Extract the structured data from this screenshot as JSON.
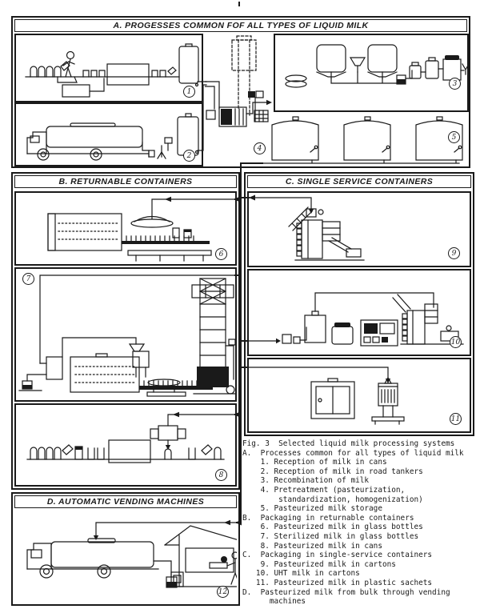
{
  "sections": {
    "a": {
      "title": "A. PROGESSES COMMON FOF ALL TYPES OF LIQUID MILK"
    },
    "b": {
      "title": "B. RETURNABLE CONTAINERS"
    },
    "c": {
      "title": "C. SINGLE SERVICE CONTAINERS"
    },
    "d": {
      "title": "D. AUTOMATIC VENDING MACHINES"
    }
  },
  "panel_numbers": [
    "1",
    "2",
    "3",
    "4",
    "5",
    "6",
    "7",
    "8",
    "9",
    "10",
    "11",
    "12"
  ],
  "caption": {
    "lines": [
      "Fig. 3  Selected liquid milk processing systems",
      "A.  Processes common for all types of liquid milk",
      "    1. Reception of milk in cans",
      "    2. Reception of milk in road tankers",
      "    3. Recombination of milk",
      "    4. Pretreatment (pasteurization,",
      "        standardization, homogenization)",
      "    5. Pasteurized milk storage",
      "B.  Packaging in returnable containers",
      "    6. Pasteurized milk in glass bottles",
      "    7. Sterilized milk in glass bottles",
      "    8. Pasteurized milk in cans",
      "C.  Packaging in single-service containers",
      "    9. Pasteurized milk in cartons",
      "   10. UHT milk in cartons",
      "   11. Pasteurized milk in plastic sachets",
      "D.  Pasteurized milk from bulk through vending",
      "      machines"
    ]
  },
  "colors": {
    "ink": "#1a1a1a",
    "paper": "#ffffff"
  }
}
